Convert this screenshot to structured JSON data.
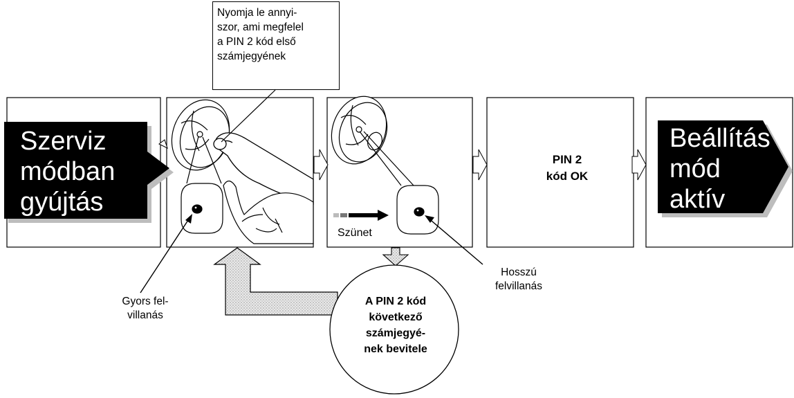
{
  "callout": {
    "lines": [
      "Nyomja le annyi-",
      "szor, ami megfelel",
      "a PIN 2 kód első",
      "számjegyének"
    ]
  },
  "left_arrow": {
    "lines": [
      "Szerviz",
      "módban",
      "gyújtás"
    ]
  },
  "right_arrow": {
    "lines": [
      "Beállítás",
      "mód",
      "aktív"
    ]
  },
  "pin_ok": {
    "lines": [
      "PIN 2",
      "kód OK"
    ]
  },
  "pause_label": "Szünet",
  "quick_flash": {
    "lines": [
      "Gyors fel-",
      "villanás"
    ]
  },
  "long_flash": {
    "lines": [
      "Hosszú",
      "felvillanás"
    ]
  },
  "next_digit": {
    "lines": [
      "A PIN 2 kód",
      "következő",
      "számjegyé-",
      "nek bevitele"
    ]
  },
  "colors": {
    "arrow_fill": "#000000",
    "arrow_shadow": "#bfbfbf",
    "hatch": "#b5b5b5",
    "stroke": "#000000"
  }
}
